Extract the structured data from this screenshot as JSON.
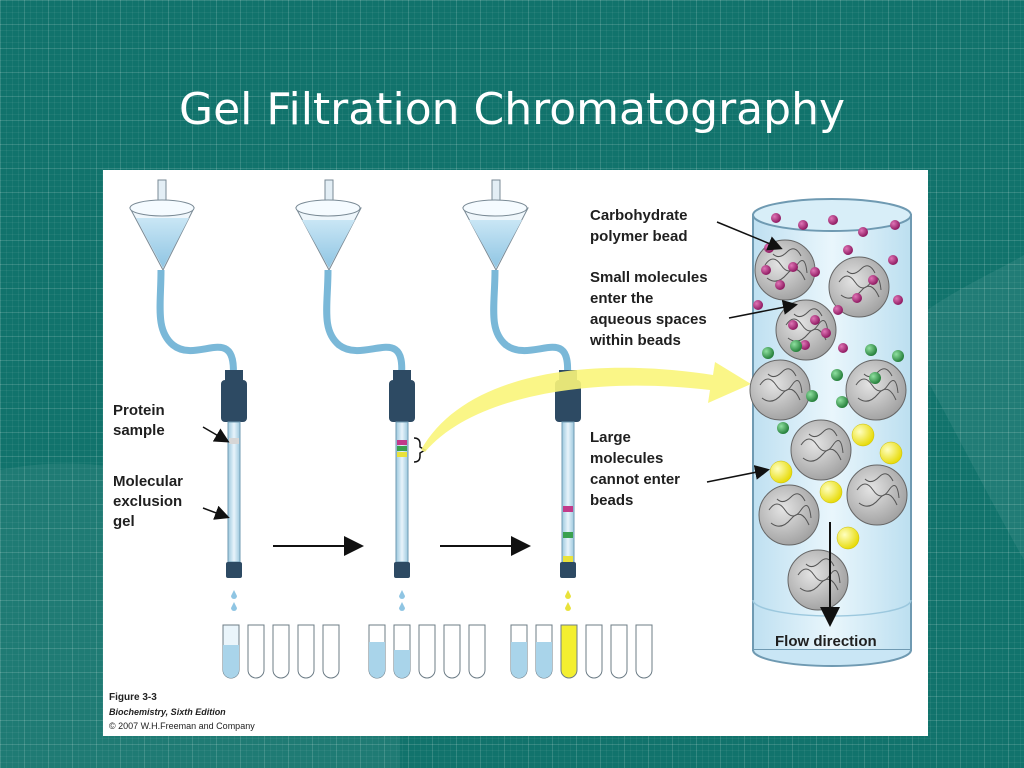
{
  "slide": {
    "title": "Gel Filtration Chromatography",
    "colors": {
      "background": "#11736c",
      "title": "#ffffff",
      "bead_gray": "#a9a9a9",
      "small_molecule": "#9b1b6a",
      "medium_molecule": "#2e9a48",
      "large_molecule": "#f2ec1e",
      "arrow_yellow": "#f9f57a"
    }
  },
  "figure": {
    "labels": {
      "protein_sample": [
        "Protein",
        "sample"
      ],
      "molecular_exclusion_gel": [
        "Molecular",
        "exclusion",
        "gel"
      ],
      "carbohydrate_polymer_bead": [
        "Carbohydrate",
        "polymer bead"
      ],
      "small_molecules": [
        "Small molecules",
        "enter the",
        "aqueous spaces",
        "within beads"
      ],
      "large_molecules": [
        "Large",
        "molecules",
        "cannot enter",
        "beads"
      ],
      "flow_direction": "Flow direction"
    },
    "caption": {
      "figure_number": "Figure 3-3",
      "book": "Biochemistry, Sixth Edition",
      "copyright": "© 2007 W.H.Freeman and Company"
    },
    "icons": [
      "funnel-icon",
      "column-icon",
      "test-tube-icon",
      "bead-icon",
      "arrow-icon"
    ]
  }
}
